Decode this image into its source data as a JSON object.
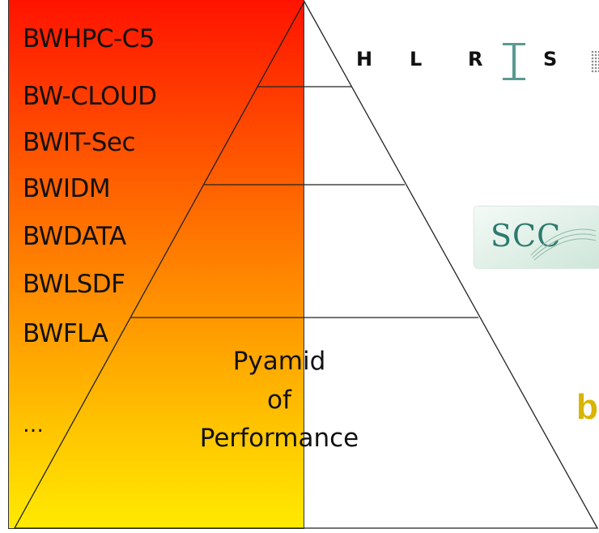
{
  "projects": [
    "BWHPC-C5",
    "BW-CLOUD",
    "BWIT-Sec",
    "BWIDM",
    "BWDATA",
    "BWLSDF",
    "BWFLA"
  ],
  "projects_more": "…",
  "pyramid": {
    "line1": "Pyamid",
    "line2": "of",
    "line3": "Performance"
  },
  "logos": {
    "hlrs_letters": [
      "H",
      "L",
      "R",
      "S"
    ],
    "scc_text": "SCC",
    "partial_fragment": "b"
  },
  "colors": {
    "gradient_top": "#ff1300",
    "gradient_bottom": "#ffea00",
    "hlrs_accent": "#5a9a92",
    "scc_text": "#2d7a6d",
    "fragment": "#d9b400"
  }
}
